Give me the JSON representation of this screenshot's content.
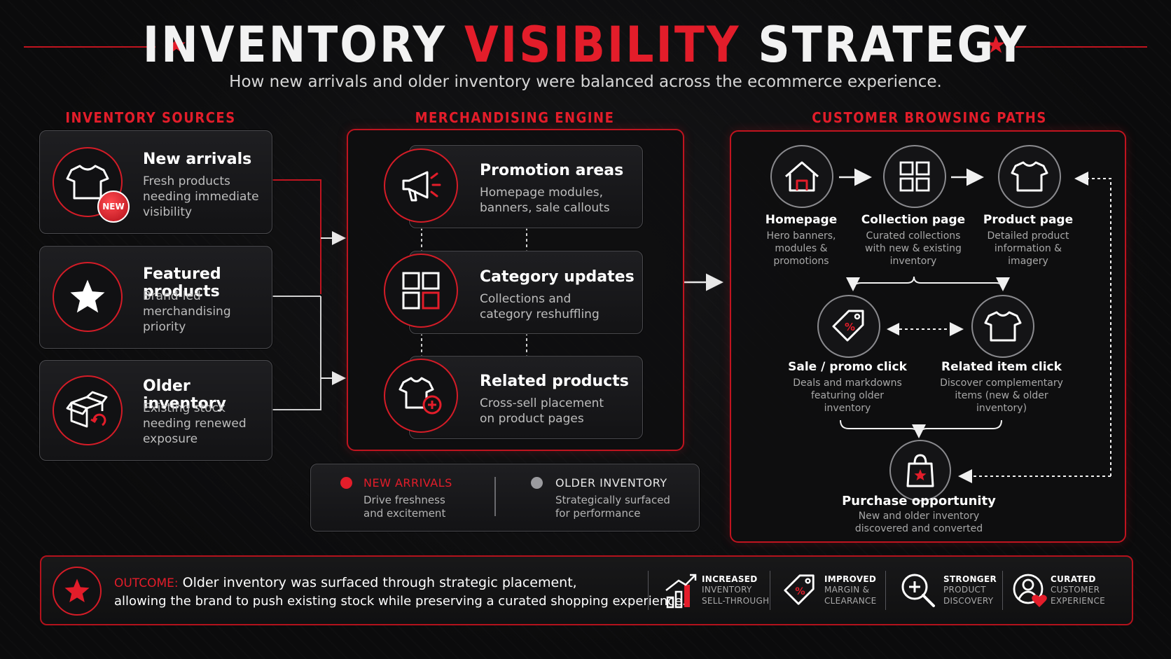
{
  "header": {
    "title_part1": "INVENTORY",
    "title_part2": "VISIBILITY",
    "title_part3": "STRATEGY",
    "subtitle": "How new arrivals and older inventory were balanced across the ecommerce experience."
  },
  "sources": {
    "heading": "INVENTORY SOURCES",
    "items": [
      {
        "title": "New arrivals",
        "desc": [
          "Fresh products",
          "needing immediate",
          "visibility"
        ],
        "icon": "tshirt-new-icon",
        "badge": "NEW"
      },
      {
        "title": "Featured products",
        "desc": [
          "Brand-led",
          "merchandising",
          "priority"
        ],
        "icon": "star-icon"
      },
      {
        "title": "Older inventory",
        "desc": [
          "Existing stock",
          "needing renewed",
          "exposure"
        ],
        "icon": "box-refresh-icon"
      }
    ]
  },
  "engine": {
    "heading": "MERCHANDISING ENGINE",
    "items": [
      {
        "title": "Promotion areas",
        "desc": [
          "Homepage modules,",
          "banners, sale callouts"
        ],
        "icon": "megaphone-icon"
      },
      {
        "title": "Category updates",
        "desc": [
          "Collections and",
          "category reshuffling"
        ],
        "icon": "grid-icon"
      },
      {
        "title": "Related products",
        "desc": [
          "Cross-sell placement",
          "on product pages"
        ],
        "icon": "tshirt-plus-icon"
      }
    ]
  },
  "legend": {
    "new": {
      "title": "NEW ARRIVALS",
      "desc": [
        "Drive freshness",
        "and excitement"
      ]
    },
    "old": {
      "title": "OLDER INVENTORY",
      "desc": [
        "Strategically surfaced",
        "for performance"
      ]
    }
  },
  "paths": {
    "heading": "CUSTOMER BROWSING PATHS",
    "homepage": {
      "title": "Homepage",
      "desc": [
        "Hero banners,",
        "modules &",
        "promotions"
      ]
    },
    "collection": {
      "title": "Collection page",
      "desc": [
        "Curated collections",
        "with new & existing",
        "inventory"
      ]
    },
    "product": {
      "title": "Product page",
      "desc": [
        "Detailed product",
        "information &",
        "imagery"
      ]
    },
    "sale": {
      "title": "Sale / promo click",
      "desc": [
        "Deals and markdowns",
        "featuring older",
        "inventory"
      ]
    },
    "related": {
      "title": "Related item click",
      "desc": [
        "Discover complementary",
        "items (new & older",
        "inventory)"
      ]
    },
    "purchase": {
      "title": "Purchase opportunity",
      "desc": [
        "New and older inventory",
        "discovered and converted"
      ]
    }
  },
  "outcome": {
    "label": "OUTCOME:",
    "line1": "Older inventory was surfaced through strategic placement,",
    "line2": "allowing the brand to push existing stock while preserving a curated shopping experience.",
    "metrics": [
      {
        "title": "INCREASED",
        "desc": [
          "INVENTORY",
          "SELL-THROUGH"
        ],
        "icon": "growth-chart-icon"
      },
      {
        "title": "IMPROVED",
        "desc": [
          "MARGIN &",
          "CLEARANCE"
        ],
        "icon": "price-tag-icon"
      },
      {
        "title": "STRONGER",
        "desc": [
          "PRODUCT",
          "DISCOVERY"
        ],
        "icon": "magnify-plus-icon"
      },
      {
        "title": "CURATED",
        "desc": [
          "CUSTOMER",
          "EXPERIENCE"
        ],
        "icon": "user-heart-icon"
      }
    ]
  },
  "colors": {
    "accent": "#e31d2a",
    "border": "#c0141f",
    "gray": "#8a8a8e"
  }
}
